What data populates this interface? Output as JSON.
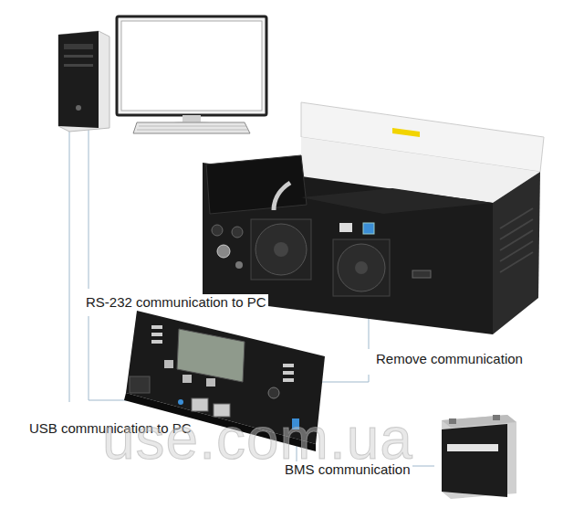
{
  "diagram": {
    "labels": [
      "RS-232 communication to PC",
      "Remove communication",
      "USB communication to PC",
      "BMS communication",
      "use.com.ua"
    ]
  }
}
